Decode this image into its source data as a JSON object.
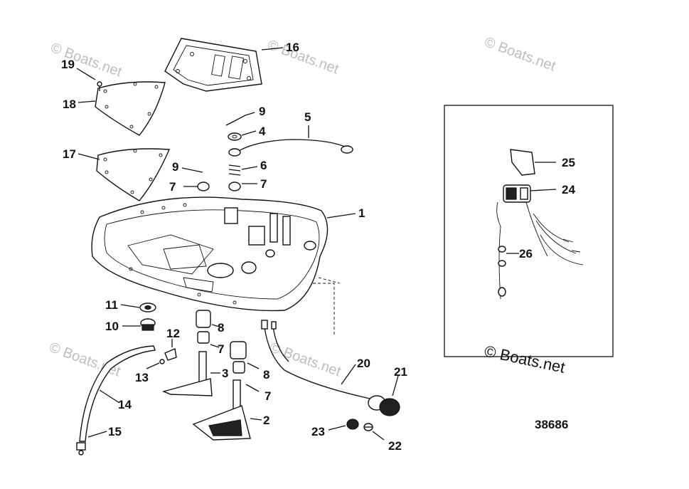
{
  "watermarks": [
    "© Boats.net",
    "© Boats.net",
    "© Boats.net",
    "© Boats.net",
    "© Boats.net",
    "© Boats.net"
  ],
  "inset_watermark": "© Boats.net",
  "figure_number": "38686",
  "callouts": {
    "c1": "1",
    "c2": "2",
    "c3": "3",
    "c4": "4",
    "c5": "5",
    "c6": "6",
    "c7a": "7",
    "c7b": "7",
    "c7c": "7",
    "c7d": "7",
    "c8a": "8",
    "c8b": "8",
    "c9a": "9",
    "c9b": "9",
    "c10": "10",
    "c11": "11",
    "c12": "12",
    "c13": "13",
    "c14": "14",
    "c15": "15",
    "c16": "16",
    "c17": "17",
    "c18": "18",
    "c19": "19",
    "c20": "20",
    "c21": "21",
    "c22": "22",
    "c23": "23",
    "c24": "24",
    "c25": "25",
    "c26": "26"
  }
}
